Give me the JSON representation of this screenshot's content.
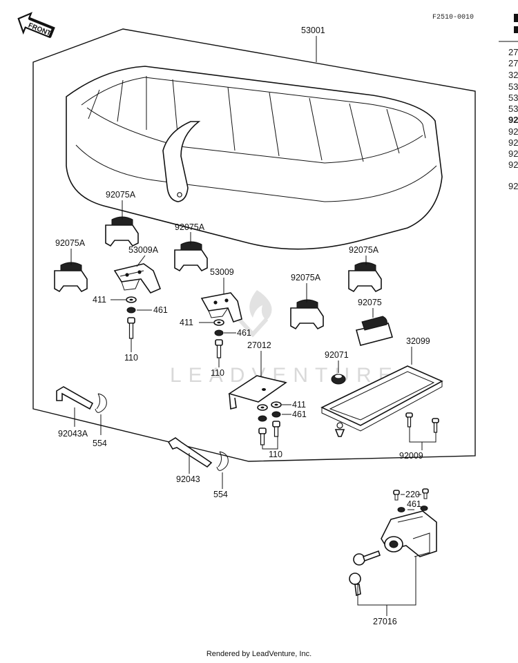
{
  "diagram_code": "F2510-0010",
  "front_label": "FRONT",
  "watermark": "LEADVENTURE",
  "footer": "Rendered by LeadVenture, Inc.",
  "callouts": {
    "seat": "53001",
    "damper_a1": "92075A",
    "damper_a2": "92075A",
    "damper_a3": "92075A",
    "damper_a4": "92075A",
    "damper_a5": "92075A",
    "damper": "92075",
    "bracket_a": "53009A",
    "bracket": "53009",
    "washer1": "411",
    "washer2": "411",
    "washer3": "411",
    "lock1": "461",
    "lock2": "461",
    "lock3": "461",
    "lock4": "461",
    "bolt1": "110",
    "bolt2": "110",
    "bolt3": "110",
    "plate": "27012",
    "grommet": "92071",
    "tray": "32099",
    "screw_pair": "92009",
    "pin_a": "92043A",
    "pin": "92043",
    "clip1": "554",
    "clip2": "554",
    "screw_lock": "220",
    "lock_set": "27016"
  },
  "side_list": [
    "27",
    "27",
    "32",
    "53",
    "53",
    "53",
    "92",
    "92",
    "92",
    "92",
    "92",
    "92"
  ]
}
